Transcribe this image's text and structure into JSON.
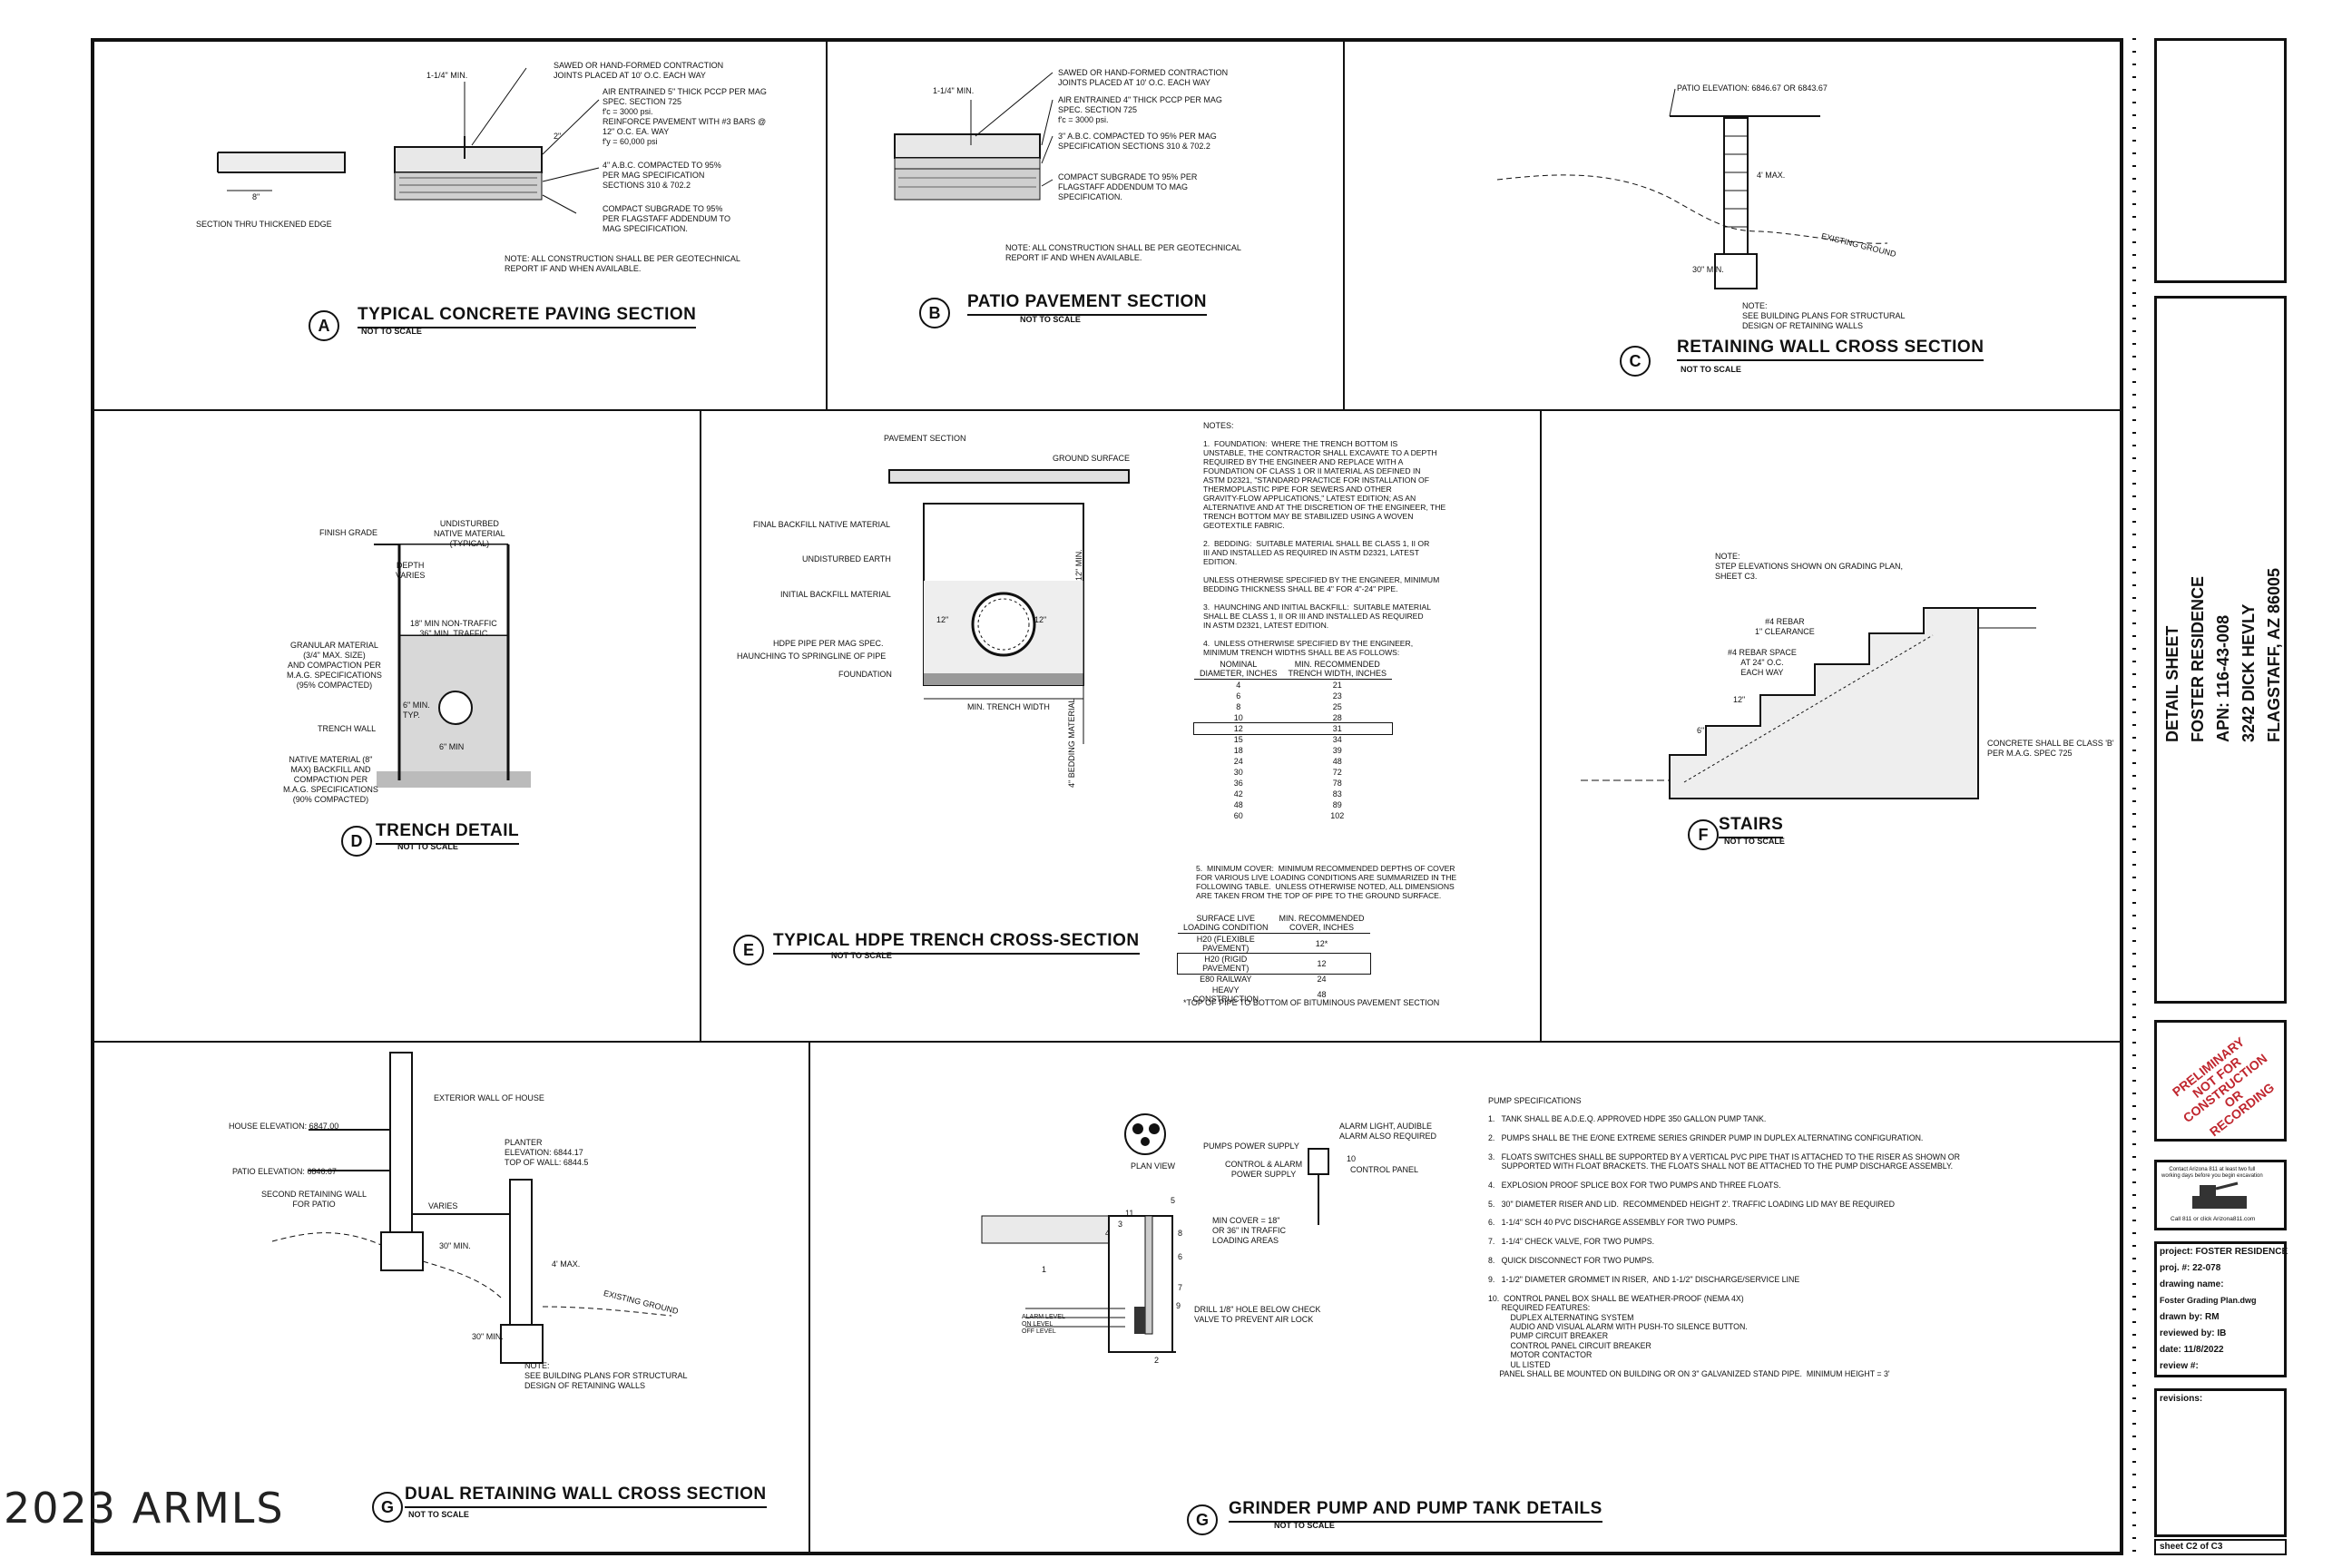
{
  "watermark": "2023 ARMLS",
  "details": {
    "a": {
      "letter": "A",
      "title": "TYPICAL CONCRETE PAVING SECTION",
      "scale": "NOT TO SCALE",
      "label_joints": "SAWED OR HAND-FORMED CONTRACTION\nJOINTS PLACED AT 10' O.C. EACH WAY",
      "label_pccp": "AIR ENTRAINED 5\" THICK PCCP PER MAG\nSPEC. SECTION 725\nf'c = 3000 psi.\nREINFORCE PAVEMENT WITH #3 BARS @\n12\" O.C. EA. WAY\nf'y = 60,000 psi",
      "label_abc": "4\" A.B.C. COMPACTED TO 95%\nPER MAG SPECIFICATION\nSECTIONS 310 & 702.2",
      "label_subgrade": "COMPACT SUBGRADE TO 95%\nPER FLAGSTAFF ADDENDUM TO\nMAG SPECIFICATION.",
      "label_edge": "SECTION THRU THICKENED EDGE",
      "dim_min": "1-1/4\" MIN.",
      "dim_8": "8\"",
      "dim_2": "2\"",
      "note": "NOTE: ALL CONSTRUCTION SHALL BE PER GEOTECHNICAL\nREPORT IF AND WHEN AVAILABLE."
    },
    "b": {
      "letter": "B",
      "title": "PATIO PAVEMENT SECTION",
      "scale": "NOT TO SCALE",
      "label_joints": "SAWED OR HAND-FORMED CONTRACTION\nJOINTS PLACED AT 10' O.C. EACH WAY",
      "label_pccp": "AIR ENTRAINED 4\" THICK PCCP PER MAG\nSPEC. SECTION 725\nf'c = 3000 psi.",
      "label_abc": "3\" A.B.C. COMPACTED TO 95% PER MAG\nSPECIFICATION SECTIONS 310 & 702.2",
      "label_subgrade": "COMPACT SUBGRADE TO 95% PER\nFLAGSTAFF ADDENDUM TO MAG\nSPECIFICATION.",
      "dim_min": "1-1/4\" MIN.",
      "note": "NOTE: ALL CONSTRUCTION SHALL BE PER GEOTECHNICAL\nREPORT IF AND WHEN AVAILABLE."
    },
    "c": {
      "letter": "C",
      "title": "RETAINING WALL CROSS SECTION",
      "scale": "NOT TO SCALE",
      "label_patio": "PATIO ELEVATION: 6846.67 OR 6843.67",
      "label_ground": "EXISTING GROUND",
      "dim_max": "4' MAX.",
      "dim_30": "30\" MIN.",
      "note": "NOTE:\nSEE BUILDING PLANS FOR STRUCTURAL\nDESIGN OF RETAINING WALLS"
    },
    "d": {
      "letter": "D",
      "title": "TRENCH DETAIL",
      "scale": "NOT TO SCALE",
      "label_finish": "FINISH GRADE",
      "label_native": "UNDISTURBED\nNATIVE MATERIAL\n(TYPICAL)",
      "label_depth": "DEPTH\nVARIES",
      "label_traffic": "18\" MIN NON-TRAFFIC\n36\" MIN. TRAFFIC",
      "label_granular": "GRANULAR MATERIAL\n(3/4\" MAX. SIZE)\nAND COMPACTION PER\nM.A.G. SPECIFICATIONS\n(95% COMPACTED)",
      "label_6typ": "6\" MIN.\nTYP.",
      "label_wall": "TRENCH WALL",
      "label_6min": "6\" MIN",
      "label_backfill": "NATIVE MATERIAL (8\"\nMAX) BACKFILL AND\nCOMPACTION PER\nM.A.G. SPECIFICATIONS\n(90% COMPACTED)"
    },
    "e": {
      "letter": "E",
      "title": "TYPICAL HDPE TRENCH CROSS-SECTION",
      "scale": "NOT TO SCALE",
      "label_pavement": "PAVEMENT SECTION",
      "label_ground": "GROUND SURFACE",
      "label_final": "FINAL BACKFILL NATIVE MATERIAL",
      "label_undisturbed": "UNDISTURBED EARTH",
      "label_initial": "INITIAL BACKFILL MATERIAL",
      "label_hdpe": "HDPE PIPE PER MAG SPEC.",
      "label_haunch": "HAUNCHING TO SPRINGLINE OF PIPE",
      "label_foundation": "FOUNDATION",
      "label_width": "MIN. TRENCH WIDTH",
      "label_bedding": "4\" BEDDING MATERIAL",
      "dim_12": "12\"",
      "dim_12min": "12\" MIN.",
      "notes_title": "NOTES:",
      "notes": "1.  FOUNDATION:  WHERE THE TRENCH BOTTOM IS\nUNSTABLE, THE CONTRACTOR SHALL EXCAVATE TO A DEPTH\nREQUIRED BY THE ENGINEER AND REPLACE WITH A\nFOUNDATION OF CLASS 1 OR II MATERIAL AS DEFINED IN\nASTM D2321, \"STANDARD PRACTICE FOR INSTALLATION OF\nTHERMOPLASTIC PIPE FOR SEWERS AND OTHER\nGRAVITY-FLOW APPLICATIONS,\" LATEST EDITION; AS AN\nALTERNATIVE AND AT THE DISCRETION OF THE ENGINEER, THE\nTRENCH BOTTOM MAY BE STABILIZED USING A WOVEN\nGEOTEXTILE FABRIC.\n\n2.  BEDDING:  SUITABLE MATERIAL SHALL BE CLASS 1, II OR\nIII AND INSTALLED AS REQUIRED IN ASTM D2321, LATEST\nEDITION.\n\nUNLESS OTHERWISE SPECIFIED BY THE ENGINEER, MINIMUM\nBEDDING THICKNESS SHALL BE 4\" FOR 4\"-24\" PIPE.\n\n3.  HAUNCHING AND INITIAL BACKFILL:  SUITABLE MATERIAL\nSHALL BE CLASS 1, II OR III AND INSTALLED AS REQUIRED\nIN ASTM D2321, LATEST EDITION.\n\n4.  UNLESS OTHERWISE SPECIFIED BY THE ENGINEER,\nMINIMUM TRENCH WIDTHS SHALL BE AS FOLLOWS:",
      "width_table_head": [
        "NOMINAL\nDIAMETER, INCHES",
        "MIN. RECOMMENDED\nTRENCH WIDTH, INCHES"
      ],
      "width_table": [
        [
          "4",
          "21"
        ],
        [
          "6",
          "23"
        ],
        [
          "8",
          "25"
        ],
        [
          "10",
          "28"
        ],
        [
          "12",
          "31"
        ],
        [
          "15",
          "34"
        ],
        [
          "18",
          "39"
        ],
        [
          "24",
          "48"
        ],
        [
          "30",
          "72"
        ],
        [
          "36",
          "78"
        ],
        [
          "42",
          "83"
        ],
        [
          "48",
          "89"
        ],
        [
          "60",
          "102"
        ]
      ],
      "notes5": "5.  MINIMUM COVER:  MINIMUM RECOMMENDED DEPTHS OF COVER\nFOR VARIOUS LIVE LOADING CONDITIONS ARE SUMMARIZED IN THE\nFOLLOWING TABLE.  UNLESS OTHERWISE NOTED, ALL DIMENSIONS\nARE TAKEN FROM THE TOP OF PIPE TO THE GROUND SURFACE.",
      "cover_table_head": [
        "SURFACE LIVE\nLOADING CONDITION",
        "MIN. RECOMMENDED\nCOVER, INCHES"
      ],
      "cover_table": [
        [
          "H20 (FLEXIBLE PAVEMENT)",
          "12*"
        ],
        [
          "H20 (RIGID PAVEMENT)",
          "12"
        ],
        [
          "E80 RAILWAY",
          "24"
        ],
        [
          "HEAVY CONSTRUCTION",
          "48"
        ]
      ],
      "footnote": "*TOP OF PIPE TO BOTTOM OF BITUMINOUS PAVEMENT SECTION"
    },
    "f": {
      "letter": "F",
      "title": "STAIRS",
      "scale": "NOT TO SCALE",
      "note": "NOTE:\nSTEP ELEVATIONS SHOWN ON GRADING PLAN,\nSHEET C3.",
      "label_rebar": "#4 REBAR\n1\" CLEARANCE",
      "label_space": "#4 REBAR SPACE\nAT 24\" O.C.\nEACH WAY",
      "label_concrete": "CONCRETE SHALL BE CLASS 'B'\nPER M.A.G. SPEC 725",
      "dim_12": "12\"",
      "dim_6": "6\""
    },
    "g1": {
      "letter": "G",
      "title": "DUAL RETAINING WALL CROSS SECTION",
      "scale": "NOT TO SCALE",
      "label_exterior": "EXTERIOR WALL OF HOUSE",
      "label_house": "HOUSE ELEVATION: 6847.00",
      "label_planter": "PLANTER\nELEVATION: 6844.17\nTOP OF WALL: 6844.5",
      "label_patio": "PATIO ELEVATION: 6846.67",
      "label_second": "SECOND RETAINING WALL\nFOR PATIO",
      "label_varies": "VARIES",
      "label_ground": "EXISTING GROUND",
      "dim_max": "4' MAX.",
      "dim_30a": "30\" MIN.",
      "dim_30b": "30\" MIN.",
      "note": "NOTE:\nSEE BUILDING PLANS FOR STRUCTURAL\nDESIGN OF RETAINING WALLS"
    },
    "g2": {
      "letter": "G",
      "title": "GRINDER PUMP AND PUMP TANK DETAILS",
      "scale": "NOT TO SCALE",
      "label_plan": "PLAN VIEW",
      "label_supply": "PUMPS POWER SUPPLY",
      "label_control": "CONTROL & ALARM\nPOWER SUPPLY",
      "label_alarm": "ALARM LIGHT, AUDIBLE\nALARM ALSO REQUIRED",
      "label_panel": "CONTROL PANEL",
      "label_10": "10",
      "label_cover": "MIN COVER = 18\"\nOR 36\" IN TRAFFIC\nLOADING AREAS",
      "label_drill": "DRILL 1/8\" HOLE BELOW CHECK\nVALVE TO PREVENT AIR LOCK",
      "label_levels": "ALARM LEVEL\nON LEVEL\nOFF LEVEL",
      "nums": [
        "5",
        "11",
        "3",
        "4",
        "8",
        "6",
        "7",
        "9",
        "1",
        "2"
      ],
      "spec_title": "PUMP SPECIFICATIONS",
      "specs": "1.   TANK SHALL BE A.D.E.Q. APPROVED HDPE 350 GALLON PUMP TANK.\n\n2.   PUMPS SHALL BE THE E/ONE EXTREME SERIES GRINDER PUMP IN DUPLEX ALTERNATING CONFIGURATION.\n\n3.   FLOATS SWITCHES SHALL BE SUPPORTED BY A VERTICAL PVC PIPE THAT IS ATTACHED TO THE RISER AS SHOWN OR\n      SUPPORTED WITH FLOAT BRACKETS. THE FLOATS SHALL NOT BE ATTACHED TO THE PUMP DISCHARGE ASSEMBLY.\n\n4.   EXPLOSION PROOF SPLICE BOX FOR TWO PUMPS AND THREE FLOATS.\n\n5.   30\" DIAMETER RISER AND LID.  RECOMMENDED HEIGHT 2'. TRAFFIC LOADING LID MAY BE REQUIRED\n\n6.   1-1/4\" SCH 40 PVC DISCHARGE ASSEMBLY FOR TWO PUMPS.\n\n7.   1-1/4\" CHECK VALVE, FOR TWO PUMPS.\n\n8.   QUICK DISCONNECT FOR TWO PUMPS.\n\n9.   1-1/2\" DIAMETER GROMMET IN RISER,  AND 1-1/2\" DISCHARGE/SERVICE LINE\n\n10.  CONTROL PANEL BOX SHALL BE WEATHER-PROOF (NEMA 4X)\n      REQUIRED FEATURES:\n          DUPLEX ALTERNATING SYSTEM\n          AUDIO AND VISUAL ALARM WITH PUSH-TO SILENCE BUTTON.\n          PUMP CIRCUIT BREAKER\n          CONTROL PANEL CIRCUIT BREAKER\n          MOTOR CONTACTOR\n          UL LISTED\n     PANEL SHALL BE MOUNTED ON BUILDING OR ON 3\" GALVANIZED STAND PIPE.  MINIMUM HEIGHT = 3'"
    }
  },
  "title_block": {
    "sheet_name": "DETAIL SHEET",
    "project": "FOSTER RESIDENCE",
    "apn": "APN: 116-43-008",
    "address": "3242 DICK HEVLY",
    "city": "FLAGSTAFF, AZ 86005",
    "stamp": "PRELIMINARY\nNOT FOR\nCONSTRUCTION\nOR\nRECORDING",
    "call811_top": "Contact Arizona 811 at least two full\nworking days before you begin excavation",
    "call811_bottom": "Call 811 or click Arizona811.com",
    "project_row": "project:  FOSTER RESIDENCE",
    "proj_no": "proj. #:   22-078",
    "drawing_name_label": "drawing name:",
    "drawing_name": "Foster Grading Plan.dwg",
    "drawn_by": "drawn by:  RM",
    "reviewed_by": "reviewed by:  IB",
    "date": "date:  11/8/2022",
    "review": "review #:",
    "revisions": "revisions:",
    "sheet": "sheet   C2      of      C3"
  }
}
